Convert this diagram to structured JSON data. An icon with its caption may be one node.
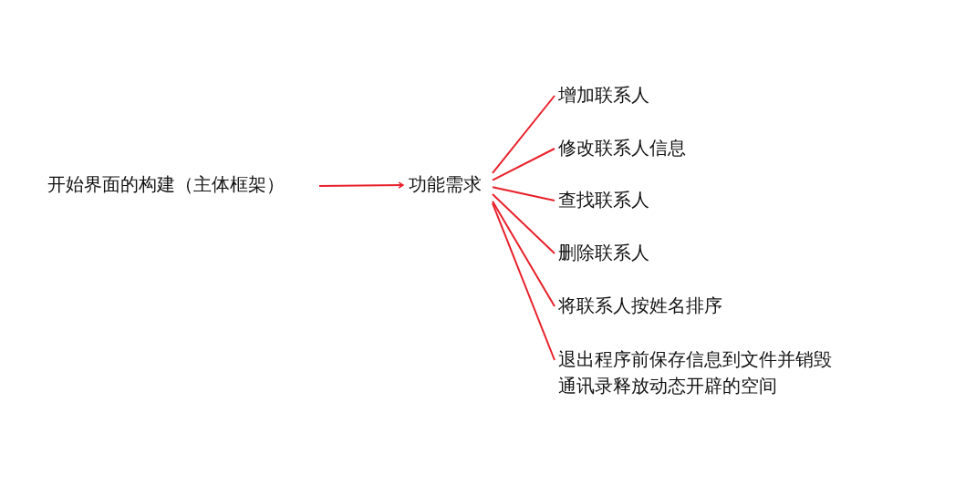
{
  "diagram": {
    "nodes": [
      {
        "text": [
          "开始界面的构建（主体框架）"
        ]
      },
      {
        "text": [
          "功能需求"
        ]
      },
      {
        "text": [
          "增加联系人"
        ]
      },
      {
        "text": [
          "修改联系人信息"
        ]
      },
      {
        "text": [
          "查找联系人"
        ]
      },
      {
        "text": [
          "删除联系人"
        ]
      },
      {
        "text": [
          "将联系人按姓名排序"
        ]
      },
      {
        "text": [
          "退出程序前保存信息到文件并销毁通讯录释放动态开辟的空间"
        ]
      }
    ],
    "edges": [
      {
        "from": 0,
        "to": 1,
        "arrow": "to",
        "color": "#e8202a"
      },
      {
        "from": 1,
        "to": 2,
        "arrow": "none",
        "color": "#e8202a"
      },
      {
        "from": 1,
        "to": 3,
        "arrow": "none",
        "color": "#e8202a"
      },
      {
        "from": 1,
        "to": 4,
        "arrow": "none",
        "color": "#e8202a"
      },
      {
        "from": 1,
        "to": 5,
        "arrow": "none",
        "color": "#e8202a"
      },
      {
        "from": 1,
        "to": 6,
        "arrow": "none",
        "color": "#e8202a"
      },
      {
        "from": 1,
        "to": 7,
        "arrow": "none",
        "color": "#e8202a"
      }
    ]
  }
}
